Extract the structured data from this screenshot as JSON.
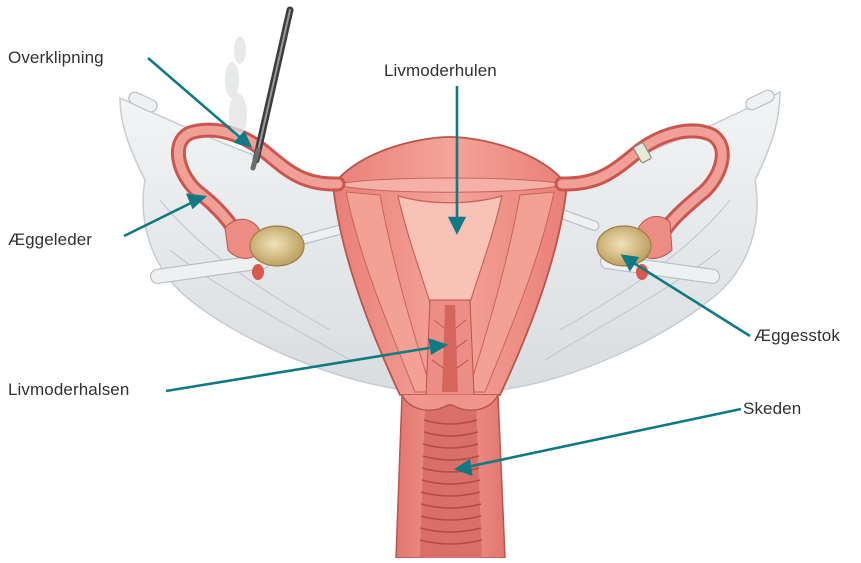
{
  "colors": {
    "leader": "#0f7a84",
    "tissue": "#ef8f86",
    "tissue_dark": "#c9574f",
    "tissue_light": "#f7b7ab",
    "ligament": "#e4e7e8",
    "ovary": "#d9c089",
    "instrument": "#3d3d3d",
    "text": "#2f3133"
  },
  "labels": {
    "overklipning": "Overklipning",
    "livmoderhulen": "Livmoderhulen",
    "aeggeleder": "Æggeleder",
    "aeggesstok": "Æggesstok",
    "livmoderhalsen": "Livmoderhalsen",
    "skeden": "Skeden"
  },
  "icons": {
    "clip": "surgical-clip-icon",
    "instrument": "cutting-instrument-icon"
  }
}
